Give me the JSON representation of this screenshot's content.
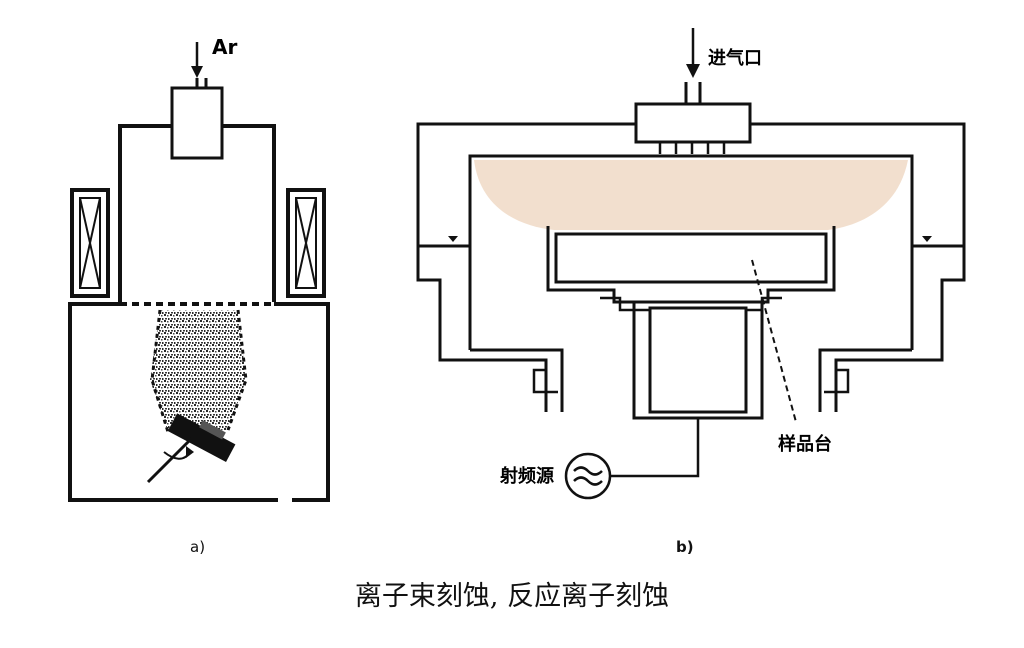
{
  "panel_a": {
    "gas_label": "Ar",
    "sublabel": "a)"
  },
  "panel_b": {
    "inlet_label": "进气口",
    "rf_source_label": "射频源",
    "stage_label": "样品台",
    "sublabel": "b)"
  },
  "caption": "离子束刻蚀, 反应离子刻蚀",
  "colors": {
    "line": "#111111",
    "plasma": "#f0d9c6"
  }
}
